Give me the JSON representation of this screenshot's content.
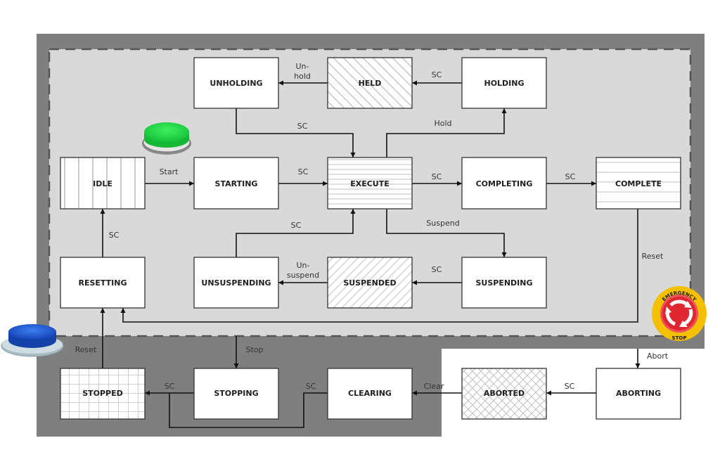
{
  "diagram": {
    "title": "PackML State Model",
    "regions": {
      "outer": {
        "name": "Stopped/Clearing region",
        "color": "#7f7f7f"
      },
      "inner": {
        "name": "Running region",
        "color": "#d9d9d9"
      },
      "aborting": {
        "name": "Aborting region",
        "color": "#ffffff"
      }
    },
    "states": [
      {
        "id": "unholding",
        "label": "UNHOLDING",
        "pattern": "none"
      },
      {
        "id": "held",
        "label": "HELD",
        "pattern": "diag-back"
      },
      {
        "id": "holding",
        "label": "HOLDING",
        "pattern": "none"
      },
      {
        "id": "idle",
        "label": "IDLE",
        "pattern": "vertical"
      },
      {
        "id": "starting",
        "label": "STARTING",
        "pattern": "none"
      },
      {
        "id": "execute",
        "label": "EXECUTE",
        "pattern": "horizontal"
      },
      {
        "id": "completing",
        "label": "COMPLETING",
        "pattern": "none"
      },
      {
        "id": "complete",
        "label": "COMPLETE",
        "pattern": "horizontal-wide"
      },
      {
        "id": "resetting",
        "label": "RESETTING",
        "pattern": "none"
      },
      {
        "id": "unsuspending",
        "label": "UNSUSPENDING",
        "pattern": "none"
      },
      {
        "id": "suspended",
        "label": "SUSPENDED",
        "pattern": "diag-fwd"
      },
      {
        "id": "suspending",
        "label": "SUSPENDING",
        "pattern": "none"
      },
      {
        "id": "stopped",
        "label": "STOPPED",
        "pattern": "grid"
      },
      {
        "id": "stopping",
        "label": "STOPPING",
        "pattern": "none"
      },
      {
        "id": "clearing",
        "label": "CLEARING",
        "pattern": "none"
      },
      {
        "id": "aborted",
        "label": "ABORTED",
        "pattern": "crosshatch"
      },
      {
        "id": "aborting",
        "label": "ABORTING",
        "pattern": "none"
      }
    ],
    "transitions": [
      {
        "id": "held-unholding",
        "from": "held",
        "to": "unholding",
        "label_lines": [
          "Un-",
          "hold"
        ]
      },
      {
        "id": "holding-held",
        "from": "holding",
        "to": "held",
        "label_lines": [
          "SC"
        ]
      },
      {
        "id": "unholding-execute",
        "from": "unholding",
        "to": "execute",
        "label_lines": [
          "SC"
        ]
      },
      {
        "id": "execute-holding",
        "from": "execute",
        "to": "holding",
        "label_lines": [
          "Hold"
        ]
      },
      {
        "id": "idle-starting",
        "from": "idle",
        "to": "starting",
        "label_lines": [
          "Start"
        ]
      },
      {
        "id": "starting-execute",
        "from": "starting",
        "to": "execute",
        "label_lines": [
          "SC"
        ]
      },
      {
        "id": "execute-completing",
        "from": "execute",
        "to": "completing",
        "label_lines": [
          "SC"
        ]
      },
      {
        "id": "completing-complete",
        "from": "completing",
        "to": "complete",
        "label_lines": [
          "SC"
        ]
      },
      {
        "id": "resetting-idle",
        "from": "resetting",
        "to": "idle",
        "label_lines": [
          "SC"
        ]
      },
      {
        "id": "unsuspending-execute",
        "from": "unsuspending",
        "to": "execute",
        "label_lines": [
          "SC"
        ]
      },
      {
        "id": "execute-suspending",
        "from": "execute",
        "to": "suspending",
        "label_lines": [
          "Suspend"
        ]
      },
      {
        "id": "suspended-unsuspending",
        "from": "suspended",
        "to": "unsuspending",
        "label_lines": [
          "Un-",
          "suspend"
        ]
      },
      {
        "id": "suspending-suspended",
        "from": "suspending",
        "to": "suspended",
        "label_lines": [
          "SC"
        ]
      },
      {
        "id": "complete-resetting",
        "from": "complete",
        "to": "resetting",
        "label_lines": [
          "Reset"
        ]
      },
      {
        "id": "stopped-resetting",
        "from": "stopped",
        "to": "resetting",
        "label_lines": [
          "Reset"
        ]
      },
      {
        "id": "inner-stopping",
        "from": "inner-region",
        "to": "stopping",
        "label_lines": [
          "Stop"
        ]
      },
      {
        "id": "stopping-stopped",
        "from": "stopping",
        "to": "stopped",
        "label_lines": [
          "SC"
        ]
      },
      {
        "id": "clearing-stopped",
        "from": "clearing",
        "to": "stopped",
        "label_lines": [
          "SC"
        ]
      },
      {
        "id": "aborted-clearing",
        "from": "aborted",
        "to": "clearing",
        "label_lines": [
          "Clear"
        ]
      },
      {
        "id": "aborting-aborted",
        "from": "aborting",
        "to": "aborted",
        "label_lines": [
          "SC"
        ]
      },
      {
        "id": "outer-aborting",
        "from": "outer-region",
        "to": "aborting",
        "label_lines": [
          "Abort"
        ]
      }
    ],
    "buttons": {
      "start": {
        "label": "Start button",
        "color": "#22dd44"
      },
      "reset": {
        "label": "Reset button",
        "color": "#1a5fd0"
      },
      "emergency": {
        "label": "Emergency stop",
        "top_text": "EMERGENCY",
        "bottom_text": "STOP",
        "ring_color": "#f5c000",
        "core_color": "#e02630"
      }
    }
  }
}
